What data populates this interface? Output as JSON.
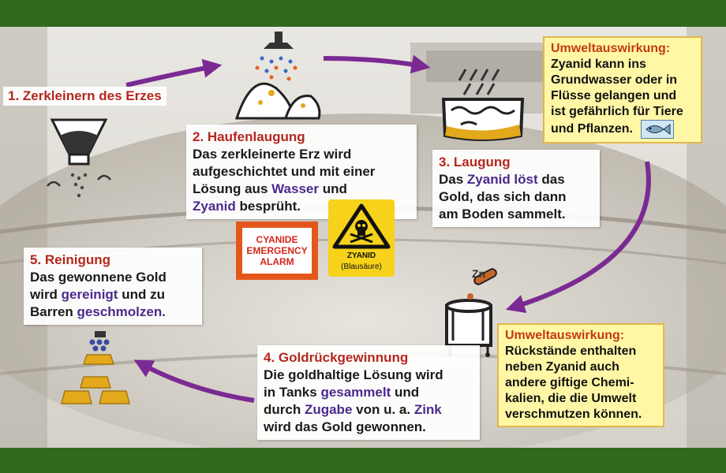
{
  "step1": {
    "title": "1. Zerkleinern des Erzes"
  },
  "step2": {
    "title": "2. Haufenlaugung",
    "t1": "Das zerkleinerte Erz wird",
    "t2": "aufgeschichtet und mit einer",
    "t3a": "Lösung aus ",
    "t3b": "Wasser",
    "t3c": " und",
    "t4a": "Zyanid",
    "t4b": " besprüht."
  },
  "step3": {
    "title": "3. Laugung",
    "t1a": "Das ",
    "t1b": "Zyanid löst",
    "t1c": " das",
    "t2": "Gold, das sich dann",
    "t3": "am Boden sammelt."
  },
  "step4": {
    "title": "4. Goldrückgewinnung",
    "t1": "Die goldhaltige Lösung wird",
    "t2a": "in Tanks ",
    "t2b": "gesammelt",
    "t2c": " und",
    "t3a": "durch ",
    "t3b": "Zugabe",
    "t3c": " von u. a. ",
    "t3d": "Zink",
    "t4": "wird das Gold gewonnen."
  },
  "step5": {
    "title": "5. Reinigung",
    "t1": "Das gewonnene Gold",
    "t2a": "wird ",
    "t2b": "gereinigt",
    "t2c": " und zu",
    "t3a": "Barren ",
    "t3b": "geschmolzen."
  },
  "warning1": {
    "title": "Umweltauswirkung:",
    "lines": [
      "Zyanid kann ins",
      "Grundwasser oder in",
      "Flüsse gelangen und",
      "ist gefährlich für Tiere",
      "und Pflanzen."
    ]
  },
  "warning2": {
    "title": "Umweltauswirkung:",
    "lines": [
      "Rückstände enthalten",
      "neben Zyanid auch",
      "andere giftige Chemi-",
      "kalien, die die Umwelt",
      "verschmutzen können."
    ]
  },
  "signs": {
    "alarm": [
      "CYANIDE",
      "EMERGENCY",
      "ALARM"
    ],
    "zyanid_label": "ZYANID",
    "zyanid_sub": "(Blausäure)"
  },
  "zinc_label": "Zn",
  "colors": {
    "band_green": "#2f6a1c",
    "arrow_purple": "#7a2a93",
    "heading_red": "#b5271d",
    "highlight_purple": "#4b2a8c",
    "warning_fill": "#fff7a6",
    "warning_title": "#c43a16",
    "gold": "#e2a91c",
    "alarm_orange": "#e4571c",
    "hazard_yellow": "#f6d21a"
  },
  "icons": [
    "ore-crusher-icon",
    "heap-sprinkler-icon",
    "leaching-tank-icon",
    "recovery-tank-icon",
    "zinc-tube-icon",
    "gold-bars-icon",
    "fish-icon",
    "skull-hazard-icon",
    "cyanide-alarm-sign"
  ]
}
